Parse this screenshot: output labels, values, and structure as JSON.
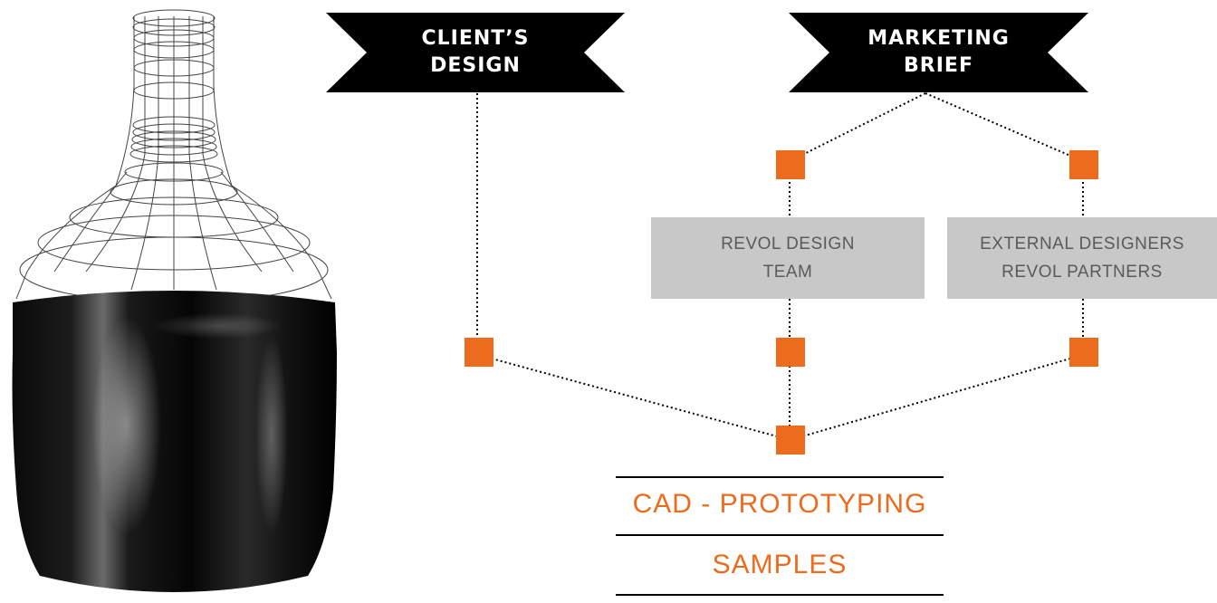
{
  "colors": {
    "banner": "#000000",
    "node": "#ec6b1c",
    "box": "#c8c8c8",
    "box_text": "#5a5a5a",
    "step_text": "#ec6b1c",
    "rule": "#000000"
  },
  "banners": {
    "client": {
      "line1": "CLIENT’S",
      "line2": "DESIGN"
    },
    "marketing": {
      "line1": "MARKETING",
      "line2": "BRIEF"
    }
  },
  "boxes": {
    "revol": {
      "line1": "REVOL DESIGN",
      "line2": "TEAM"
    },
    "external": {
      "line1": "EXTERNAL DESIGNERS",
      "line2": "REVOL PARTNERS"
    }
  },
  "steps": {
    "cad": "CAD - PROTOTYPING",
    "samples": "SAMPLES"
  },
  "illustration": "bottle-wireframe-render"
}
